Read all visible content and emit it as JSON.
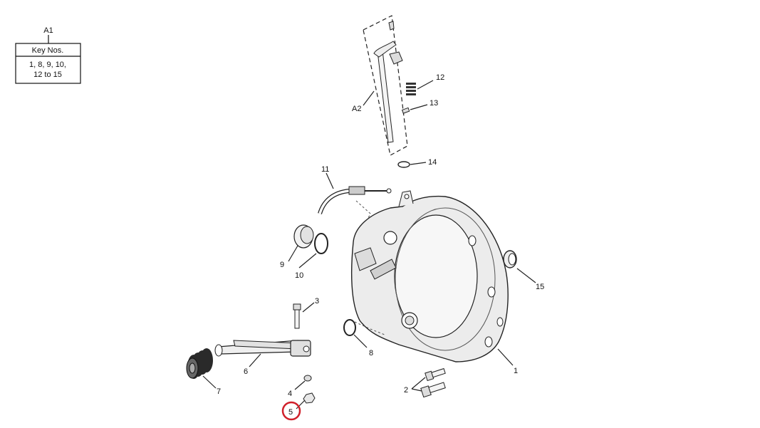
{
  "key_box": {
    "title": "A1",
    "header": "Key Nos.",
    "line1": "1, 8, 9, 10,",
    "line2": "12 to 15"
  },
  "callouts": {
    "n1": "1",
    "n2": "2",
    "n3": "3",
    "n4": "4",
    "n5": "5",
    "n6": "6",
    "n7": "7",
    "n8": "8",
    "n9": "9",
    "n10": "10",
    "n11": "11",
    "n12": "12",
    "n13": "13",
    "n14": "14",
    "n15": "15",
    "a2": "A2"
  },
  "highlight_color": "#d0202a"
}
